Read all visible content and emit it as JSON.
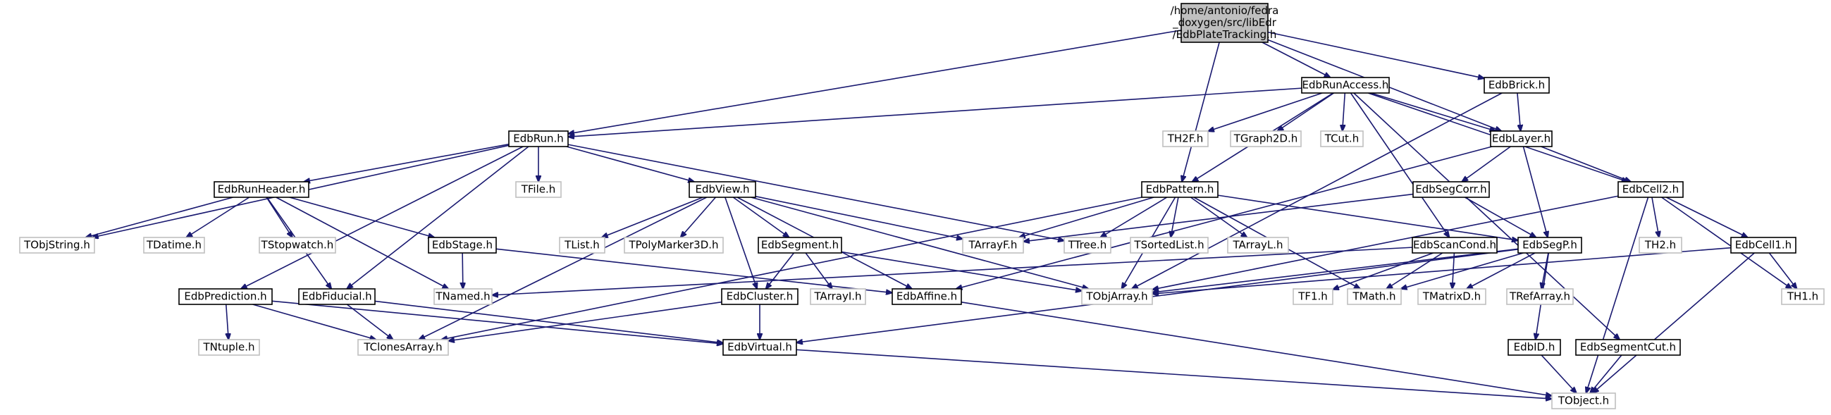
{
  "colors": {
    "edge": "#191970",
    "main_fill": "#bfbfbf",
    "internal_border": "#000000",
    "external_border": "#bfbfbf"
  },
  "nodes": [
    {
      "id": "main",
      "label": [
        "/home/antonio/fedra",
        "_doxygen/src/libEdr",
        "/EdbPlateTracking.h"
      ],
      "kind": "main"
    },
    {
      "id": "EdbRunAccess",
      "label": [
        "EdbRunAccess.h"
      ],
      "kind": "internal"
    },
    {
      "id": "EdbBrick",
      "label": [
        "EdbBrick.h"
      ],
      "kind": "internal"
    },
    {
      "id": "EdbRun",
      "label": [
        "EdbRun.h"
      ],
      "kind": "internal"
    },
    {
      "id": "EdbLayer",
      "label": [
        "EdbLayer.h"
      ],
      "kind": "internal"
    },
    {
      "id": "TH2F",
      "label": [
        "TH2F.h"
      ],
      "kind": "external"
    },
    {
      "id": "TGraph2D",
      "label": [
        "TGraph2D.h"
      ],
      "kind": "external"
    },
    {
      "id": "TCut",
      "label": [
        "TCut.h"
      ],
      "kind": "external"
    },
    {
      "id": "EdbRunHeader",
      "label": [
        "EdbRunHeader.h"
      ],
      "kind": "internal"
    },
    {
      "id": "TFile",
      "label": [
        "TFile.h"
      ],
      "kind": "external"
    },
    {
      "id": "EdbView",
      "label": [
        "EdbView.h"
      ],
      "kind": "internal"
    },
    {
      "id": "EdbPattern",
      "label": [
        "EdbPattern.h"
      ],
      "kind": "internal"
    },
    {
      "id": "EdbSegCorr",
      "label": [
        "EdbSegCorr.h"
      ],
      "kind": "internal"
    },
    {
      "id": "EdbCell2",
      "label": [
        "EdbCell2.h"
      ],
      "kind": "internal"
    },
    {
      "id": "TObjString",
      "label": [
        "TObjString.h"
      ],
      "kind": "external"
    },
    {
      "id": "TDatime",
      "label": [
        "TDatime.h"
      ],
      "kind": "external"
    },
    {
      "id": "TStopwatch",
      "label": [
        "TStopwatch.h"
      ],
      "kind": "external"
    },
    {
      "id": "EdbStage",
      "label": [
        "EdbStage.h"
      ],
      "kind": "internal"
    },
    {
      "id": "TList",
      "label": [
        "TList.h"
      ],
      "kind": "external"
    },
    {
      "id": "TPolyMarker3D",
      "label": [
        "TPolyMarker3D.h"
      ],
      "kind": "external"
    },
    {
      "id": "EdbSegment",
      "label": [
        "EdbSegment.h"
      ],
      "kind": "internal"
    },
    {
      "id": "TArrayF",
      "label": [
        "TArrayF.h"
      ],
      "kind": "external"
    },
    {
      "id": "TTree",
      "label": [
        "TTree.h"
      ],
      "kind": "external"
    },
    {
      "id": "TSortedList",
      "label": [
        "TSortedList.h"
      ],
      "kind": "external"
    },
    {
      "id": "TArrayL",
      "label": [
        "TArrayL.h"
      ],
      "kind": "external"
    },
    {
      "id": "EdbScanCond",
      "label": [
        "EdbScanCond.h"
      ],
      "kind": "internal"
    },
    {
      "id": "EdbSegP",
      "label": [
        "EdbSegP.h"
      ],
      "kind": "internal"
    },
    {
      "id": "TH2",
      "label": [
        "TH2.h"
      ],
      "kind": "external"
    },
    {
      "id": "EdbCell1",
      "label": [
        "EdbCell1.h"
      ],
      "kind": "internal"
    },
    {
      "id": "EdbPrediction",
      "label": [
        "EdbPrediction.h"
      ],
      "kind": "internal"
    },
    {
      "id": "EdbFiducial",
      "label": [
        "EdbFiducial.h"
      ],
      "kind": "internal"
    },
    {
      "id": "TNamed",
      "label": [
        "TNamed.h"
      ],
      "kind": "external"
    },
    {
      "id": "EdbCluster",
      "label": [
        "EdbCluster.h"
      ],
      "kind": "internal"
    },
    {
      "id": "TArrayI",
      "label": [
        "TArrayI.h"
      ],
      "kind": "external"
    },
    {
      "id": "EdbAffine",
      "label": [
        "EdbAffine.h"
      ],
      "kind": "internal"
    },
    {
      "id": "TObjArray",
      "label": [
        "TObjArray.h"
      ],
      "kind": "external"
    },
    {
      "id": "TF1",
      "label": [
        "TF1.h"
      ],
      "kind": "external"
    },
    {
      "id": "TMath",
      "label": [
        "TMath.h"
      ],
      "kind": "external"
    },
    {
      "id": "TMatrixD",
      "label": [
        "TMatrixD.h"
      ],
      "kind": "external"
    },
    {
      "id": "TRefArray",
      "label": [
        "TRefArray.h"
      ],
      "kind": "external"
    },
    {
      "id": "TH1",
      "label": [
        "TH1.h"
      ],
      "kind": "external"
    },
    {
      "id": "TNtuple",
      "label": [
        "TNtuple.h"
      ],
      "kind": "external"
    },
    {
      "id": "TClonesArray",
      "label": [
        "TClonesArray.h"
      ],
      "kind": "external"
    },
    {
      "id": "EdbVirtual",
      "label": [
        "EdbVirtual.h"
      ],
      "kind": "internal"
    },
    {
      "id": "EdbID",
      "label": [
        "EdbID.h"
      ],
      "kind": "internal"
    },
    {
      "id": "EdbSegmentCut",
      "label": [
        "EdbSegmentCut.h"
      ],
      "kind": "internal"
    },
    {
      "id": "TObject",
      "label": [
        "TObject.h"
      ],
      "kind": "external"
    }
  ],
  "edges": [
    [
      "main",
      "EdbRunAccess"
    ],
    [
      "main",
      "EdbBrick"
    ],
    [
      "main",
      "EdbRun"
    ],
    [
      "main",
      "EdbLayer"
    ],
    [
      "main",
      "EdbPattern"
    ],
    [
      "EdbRunAccess",
      "EdbRun"
    ],
    [
      "EdbRunAccess",
      "TH2F"
    ],
    [
      "EdbRunAccess",
      "TGraph2D"
    ],
    [
      "EdbRunAccess",
      "TCut"
    ],
    [
      "EdbRunAccess",
      "EdbLayer"
    ],
    [
      "EdbRunAccess",
      "EdbPattern"
    ],
    [
      "EdbRunAccess",
      "EdbScanCond"
    ],
    [
      "EdbRunAccess",
      "EdbCell2"
    ],
    [
      "EdbRunAccess",
      "EdbSegmentCut"
    ],
    [
      "EdbBrick",
      "EdbLayer"
    ],
    [
      "EdbBrick",
      "TObjArray"
    ],
    [
      "EdbRun",
      "EdbRunHeader"
    ],
    [
      "EdbRun",
      "TFile"
    ],
    [
      "EdbRun",
      "EdbView"
    ],
    [
      "EdbRun",
      "TObjString"
    ],
    [
      "EdbRun",
      "EdbPrediction"
    ],
    [
      "EdbRun",
      "EdbFiducial"
    ],
    [
      "EdbRun",
      "TTree"
    ],
    [
      "EdbLayer",
      "EdbAffine"
    ],
    [
      "EdbLayer",
      "EdbSegCorr"
    ],
    [
      "EdbLayer",
      "EdbSegP"
    ],
    [
      "EdbLayer",
      "EdbCell2"
    ],
    [
      "EdbRunHeader",
      "TObjString"
    ],
    [
      "EdbRunHeader",
      "TDatime"
    ],
    [
      "EdbRunHeader",
      "TStopwatch"
    ],
    [
      "EdbRunHeader",
      "EdbStage"
    ],
    [
      "EdbRunHeader",
      "EdbFiducial"
    ],
    [
      "EdbRunHeader",
      "TNamed"
    ],
    [
      "EdbView",
      "TList"
    ],
    [
      "EdbView",
      "TPolyMarker3D"
    ],
    [
      "EdbView",
      "EdbSegment"
    ],
    [
      "EdbView",
      "EdbCluster"
    ],
    [
      "EdbView",
      "EdbAffine"
    ],
    [
      "EdbView",
      "TArrayF"
    ],
    [
      "EdbView",
      "TClonesArray"
    ],
    [
      "EdbView",
      "TObjArray"
    ],
    [
      "EdbPattern",
      "TArrayF"
    ],
    [
      "EdbPattern",
      "TTree"
    ],
    [
      "EdbPattern",
      "TSortedList"
    ],
    [
      "EdbPattern",
      "TArrayL"
    ],
    [
      "EdbPattern",
      "EdbSegP"
    ],
    [
      "EdbPattern",
      "TObjArray"
    ],
    [
      "EdbPattern",
      "TMath"
    ],
    [
      "EdbPattern",
      "TClonesArray"
    ],
    [
      "EdbSegCorr",
      "EdbSegP"
    ],
    [
      "EdbSegCorr",
      "TArrayF"
    ],
    [
      "EdbCell2",
      "TH2"
    ],
    [
      "EdbCell2",
      "EdbCell1"
    ],
    [
      "EdbCell2",
      "TH1"
    ],
    [
      "EdbCell2",
      "TObjArray"
    ],
    [
      "EdbCell2",
      "TObject"
    ],
    [
      "EdbStage",
      "TNamed"
    ],
    [
      "EdbStage",
      "EdbAffine"
    ],
    [
      "EdbSegment",
      "EdbCluster"
    ],
    [
      "EdbSegment",
      "TArrayI"
    ],
    [
      "EdbSegment",
      "TObjArray"
    ],
    [
      "EdbScanCond",
      "TNamed"
    ],
    [
      "EdbScanCond",
      "TF1"
    ],
    [
      "EdbScanCond",
      "TMath"
    ],
    [
      "EdbScanCond",
      "TMatrixD"
    ],
    [
      "EdbSegP",
      "TObjArray"
    ],
    [
      "EdbSegP",
      "TMath"
    ],
    [
      "EdbSegP",
      "TMatrixD"
    ],
    [
      "EdbSegP",
      "TRefArray"
    ],
    [
      "EdbSegP",
      "EdbID"
    ],
    [
      "EdbSegP",
      "EdbVirtual"
    ],
    [
      "EdbCell1",
      "TObjArray"
    ],
    [
      "EdbCell1",
      "TH1"
    ],
    [
      "EdbCell1",
      "TObject"
    ],
    [
      "EdbPrediction",
      "TNtuple"
    ],
    [
      "EdbPrediction",
      "TClonesArray"
    ],
    [
      "EdbPrediction",
      "EdbVirtual"
    ],
    [
      "EdbFiducial",
      "TClonesArray"
    ],
    [
      "EdbFiducial",
      "EdbVirtual"
    ],
    [
      "EdbCluster",
      "TClonesArray"
    ],
    [
      "EdbCluster",
      "EdbVirtual"
    ],
    [
      "EdbAffine",
      "TObject"
    ],
    [
      "EdbVirtual",
      "TObject"
    ],
    [
      "EdbID",
      "TObject"
    ],
    [
      "EdbSegmentCut",
      "TObject"
    ]
  ]
}
